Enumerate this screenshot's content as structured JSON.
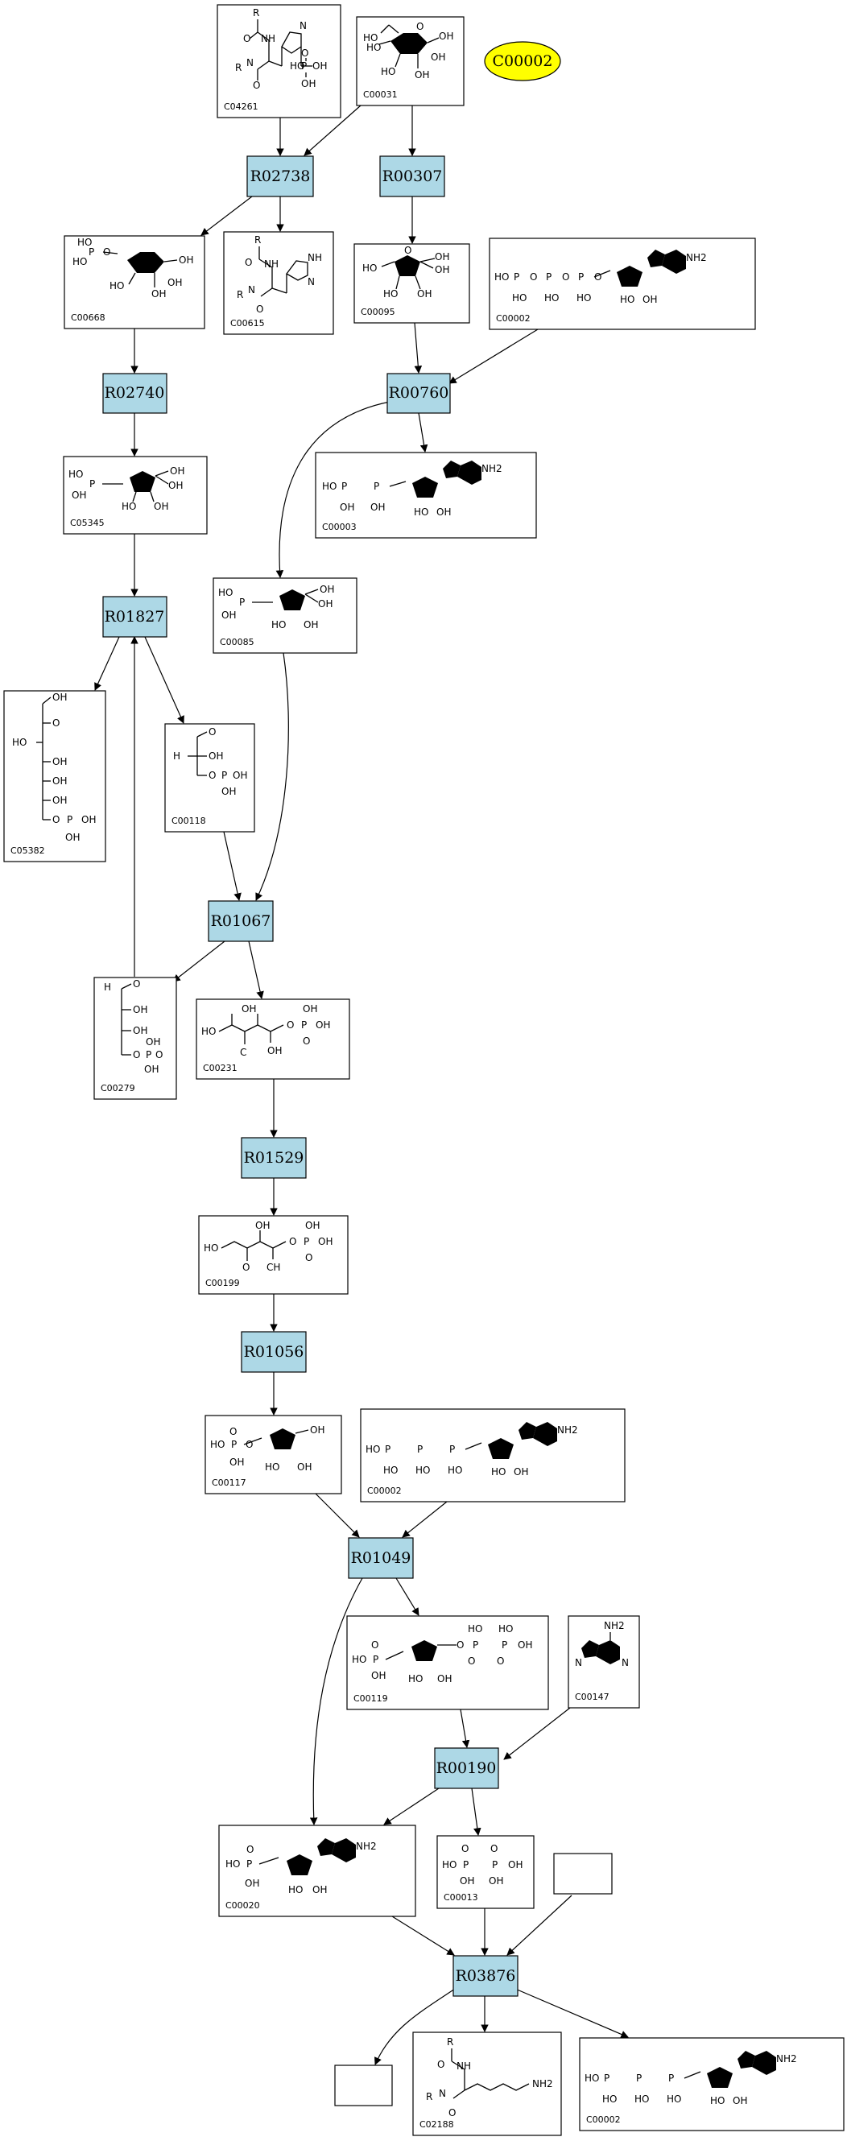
{
  "legend": {
    "label": "C00002"
  },
  "reactions": [
    {
      "key": "r02738",
      "label": "R02738"
    },
    {
      "key": "r00307",
      "label": "R00307"
    },
    {
      "key": "r02740",
      "label": "R02740"
    },
    {
      "key": "r00760",
      "label": "R00760"
    },
    {
      "key": "r01827",
      "label": "R01827"
    },
    {
      "key": "r01067",
      "label": "R01067"
    },
    {
      "key": "r01529",
      "label": "R01529"
    },
    {
      "key": "r01056",
      "label": "R01056"
    },
    {
      "key": "r01049",
      "label": "R01049"
    },
    {
      "key": "r00190",
      "label": "R00190"
    },
    {
      "key": "r03876",
      "label": "R03876"
    }
  ],
  "compounds": [
    {
      "key": "c04261",
      "id": "C04261"
    },
    {
      "key": "c00031",
      "id": "C00031"
    },
    {
      "key": "c00668",
      "id": "C00668"
    },
    {
      "key": "c00615",
      "id": "C00615"
    },
    {
      "key": "c00095",
      "id": "C00095"
    },
    {
      "key": "c00002_a",
      "id": "C00002"
    },
    {
      "key": "c05345",
      "id": "C05345"
    },
    {
      "key": "c00003",
      "id": "C00003"
    },
    {
      "key": "c00085",
      "id": "C00085"
    },
    {
      "key": "c05382",
      "id": "C05382"
    },
    {
      "key": "c00118",
      "id": "C00118"
    },
    {
      "key": "c00279",
      "id": "C00279"
    },
    {
      "key": "c00231",
      "id": "C00231"
    },
    {
      "key": "c00199",
      "id": "C00199"
    },
    {
      "key": "c00117",
      "id": "C00117"
    },
    {
      "key": "c00002_b",
      "id": "C00002"
    },
    {
      "key": "c00119",
      "id": "C00119"
    },
    {
      "key": "c00147",
      "id": "C00147"
    },
    {
      "key": "c00020",
      "id": "C00020"
    },
    {
      "key": "c00013",
      "id": "C00013"
    },
    {
      "key": "blank_a",
      "id": ""
    },
    {
      "key": "blank_b",
      "id": ""
    },
    {
      "key": "c02188",
      "id": "C02188"
    },
    {
      "key": "c00002_c",
      "id": "C00002"
    }
  ],
  "atom_labels": {
    "oh": "OH",
    "ho": "HO",
    "o": "O",
    "p": "P",
    "r": "R",
    "nh2": "NH2",
    "n": "N",
    "nh": "NH",
    "h": "H",
    "c": "C",
    "ch": "CH"
  }
}
